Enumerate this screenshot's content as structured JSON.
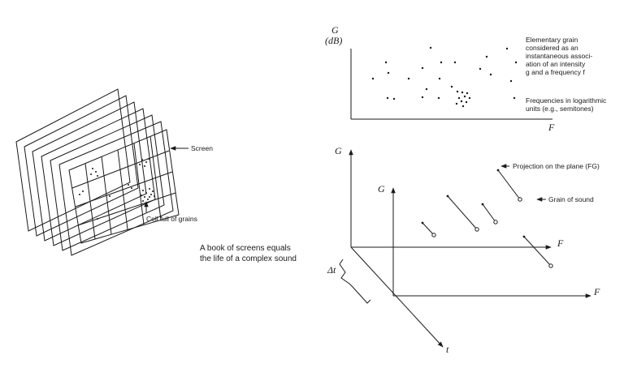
{
  "left_diagram": {
    "screen_label": "Screen",
    "cell_label": "Cell full of grains",
    "caption_line1": "A book of screens equals",
    "caption_line2": "the life of a complex sound"
  },
  "top_plot": {
    "y_axis_line1": "G",
    "y_axis_line2": "(dB)",
    "x_axis": "F",
    "note_grain_lines": [
      "Elementary grain",
      "considered as an",
      "instantaneous associ-",
      "ation of an intensity",
      "g and a frequency f"
    ],
    "note_freq_lines": [
      "Frequencies in logarithmic",
      "units (e.g., semitones)"
    ]
  },
  "bottom_diagram": {
    "axis_G_outer": "G",
    "axis_G_inner": "G",
    "axis_F_upper": "F",
    "axis_F_lower": "F",
    "axis_t": "t",
    "delta_t": "Δt",
    "projection_label": "Projection on the plane (FG)",
    "grain_label": "Grain of sound"
  }
}
